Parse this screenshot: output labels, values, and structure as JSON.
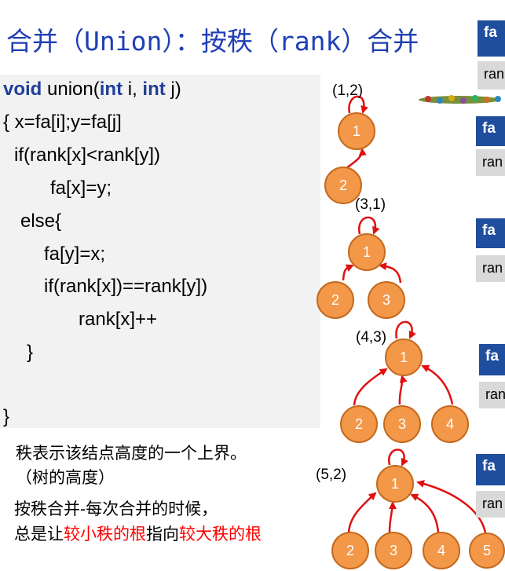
{
  "title": "合并（Union）：按秩（rank）合并",
  "code": {
    "l1_kw1": "void",
    "l1_a": " union(",
    "l1_kw2": "int",
    "l1_b": " i, ",
    "l1_kw3": "int",
    "l1_c": " j)",
    "l2": "{ x=fa[i];y=fa[j]",
    "l3": "if(rank[x]<rank[y])",
    "l4": "fa[x]=y;",
    "l5": "else{",
    "l6": "fa[y]=x;",
    "l7": "if(rank[x])==rank[y])",
    "l8": "rank[x]++",
    "l9": "}",
    "l10": "}"
  },
  "notes": {
    "n1": "秩表示该结点高度的一个上界。",
    "n2": "（树的高度）",
    "n3": "按秩合并-每次合并的时候，",
    "n4_a": "总是让",
    "n4_b": "较小秩的根",
    "n4_c": "指向",
    "n4_d": "较大秩的根"
  },
  "trees": [
    {
      "label": "(1,2)",
      "nodes": [
        "1",
        "2"
      ]
    },
    {
      "label": "(3,1)",
      "nodes": [
        "1",
        "2",
        "3"
      ]
    },
    {
      "label": "(4,3)",
      "nodes": [
        "1",
        "2",
        "3",
        "4"
      ]
    },
    {
      "label": "(5,2)",
      "nodes": [
        "1",
        "2",
        "3",
        "4",
        "5"
      ]
    }
  ],
  "side_panels": [
    {
      "fa": "fa",
      "rank": "ran"
    },
    {
      "fa": "fa",
      "rank": "ran"
    },
    {
      "fa": "fa",
      "rank": "ran"
    },
    {
      "fa": "fa",
      "rank": "ran"
    },
    {
      "fa": "fa",
      "rank": "ran"
    }
  ],
  "colors": {
    "title": "#1f3fb5",
    "node": "#f39849",
    "arrow": "#e01010",
    "highlight": "#ff0000"
  }
}
